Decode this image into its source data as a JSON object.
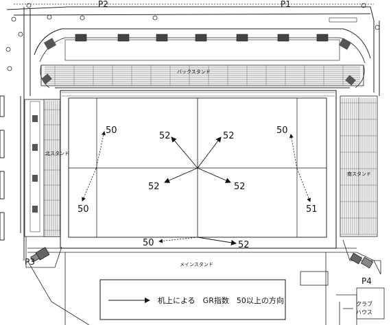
{
  "poles": {
    "p1": "P1",
    "p2": "P2",
    "p3": "P3",
    "p4": "P4"
  },
  "stands": {
    "back": "バックスタンド",
    "main": "メインスタンド",
    "north": "北スタンド",
    "south": "南スタンド"
  },
  "clubhouse": {
    "line1": "クラブ",
    "line2": "ハウス"
  },
  "gr_values": {
    "left_upper_dotted": "50",
    "left_lower_dotted": "50",
    "right_upper_dotted": "50",
    "right_lower_dotted": "51",
    "center_upper_left": "52",
    "center_upper_right": "52",
    "center_lower_left": "52",
    "center_lower_right": "52",
    "bottom_left_dotted": "50",
    "bottom_right": "52"
  },
  "legend": {
    "text": "机上による　GR指数　50以上の方向"
  }
}
